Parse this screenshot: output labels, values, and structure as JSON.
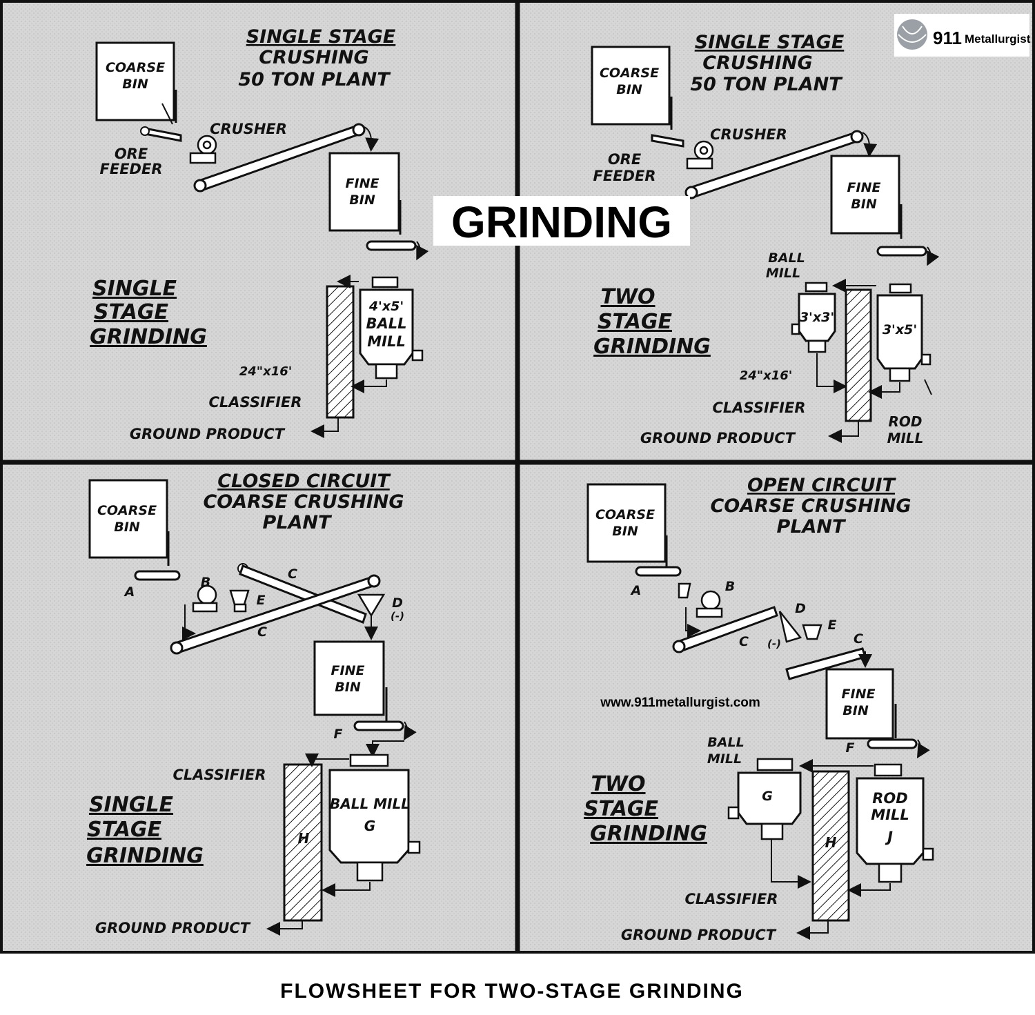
{
  "header": {
    "center_title": "GRINDING",
    "logo_text": "911 Metallurgist",
    "logo_num": "911",
    "logo_word": "Metallurgist"
  },
  "footer": {
    "caption": "FLOWSHEET FOR TWO-STAGE GRINDING",
    "website": "www.911metallurgist.com"
  },
  "panels": {
    "tl": {
      "plant_title": [
        "SINGLE STAGE",
        "CRUSHING",
        "50 TON PLANT"
      ],
      "coarse_bin": [
        "COARSE",
        "BIN"
      ],
      "crusher": "CRUSHER",
      "ore_feeder": [
        "ORE",
        "FEEDER"
      ],
      "fine_bin": [
        "FINE",
        "BIN"
      ],
      "grinding_title": [
        "SINGLE",
        "STAGE",
        "GRINDING"
      ],
      "mill": [
        "4'x5'",
        "BALL",
        "MILL"
      ],
      "classifier_size": "24\"x16'",
      "classifier": "CLASSIFIER",
      "product": "GROUND PRODUCT"
    },
    "tr": {
      "plant_title": [
        "SINGLE STAGE",
        "CRUSHING",
        "50 TON PLANT"
      ],
      "coarse_bin": [
        "COARSE",
        "BIN"
      ],
      "crusher": "CRUSHER",
      "ore_feeder": [
        "ORE",
        "FEEDER"
      ],
      "fine_bin": [
        "FINE",
        "BIN"
      ],
      "ball_mill_label": [
        "BALL",
        "MILL"
      ],
      "grinding_title": [
        "TWO",
        "STAGE",
        "GRINDING"
      ],
      "ball_mill": "3'x3'",
      "rod_mill": "3'x5'",
      "classifier_size": "24\"x16'",
      "classifier": "CLASSIFIER",
      "rod_mill_label": [
        "ROD",
        "MILL"
      ],
      "product": "GROUND PRODUCT"
    },
    "bl": {
      "plant_title": [
        "CLOSED CIRCUIT",
        "COARSE CRUSHING",
        "PLANT"
      ],
      "coarse_bin": [
        "COARSE",
        "BIN"
      ],
      "labels": {
        "a": "A",
        "b": "B",
        "c1": "C",
        "c2": "C",
        "d": "D",
        "dm": "(-)",
        "e": "E",
        "f": "F"
      },
      "fine_bin": [
        "FINE",
        "BIN"
      ],
      "classifier": "CLASSIFIER",
      "grinding_title": [
        "SINGLE",
        "STAGE",
        "GRINDING"
      ],
      "mill": [
        "BALL MILL",
        "G"
      ],
      "classifier_letter": "H",
      "product": "GROUND PRODUCT"
    },
    "br": {
      "plant_title": [
        "OPEN CIRCUIT",
        "COARSE CRUSHING",
        "PLANT"
      ],
      "coarse_bin": [
        "COARSE",
        "BIN"
      ],
      "labels": {
        "a": "A",
        "b": "B",
        "c1": "C",
        "c2": "C",
        "d": "D",
        "dm": "(-)",
        "e": "E",
        "f": "F"
      },
      "fine_bin": [
        "FINE",
        "BIN"
      ],
      "ball_mill_label": [
        "BALL",
        "MILL"
      ],
      "ball_mill_letter": "G",
      "grinding_title": [
        "TWO",
        "STAGE",
        "GRINDING"
      ],
      "rod_mill": [
        "ROD",
        "MILL",
        "J"
      ],
      "classifier_letter": "H",
      "classifier": "CLASSIFIER",
      "product": "GROUND PRODUCT"
    }
  }
}
